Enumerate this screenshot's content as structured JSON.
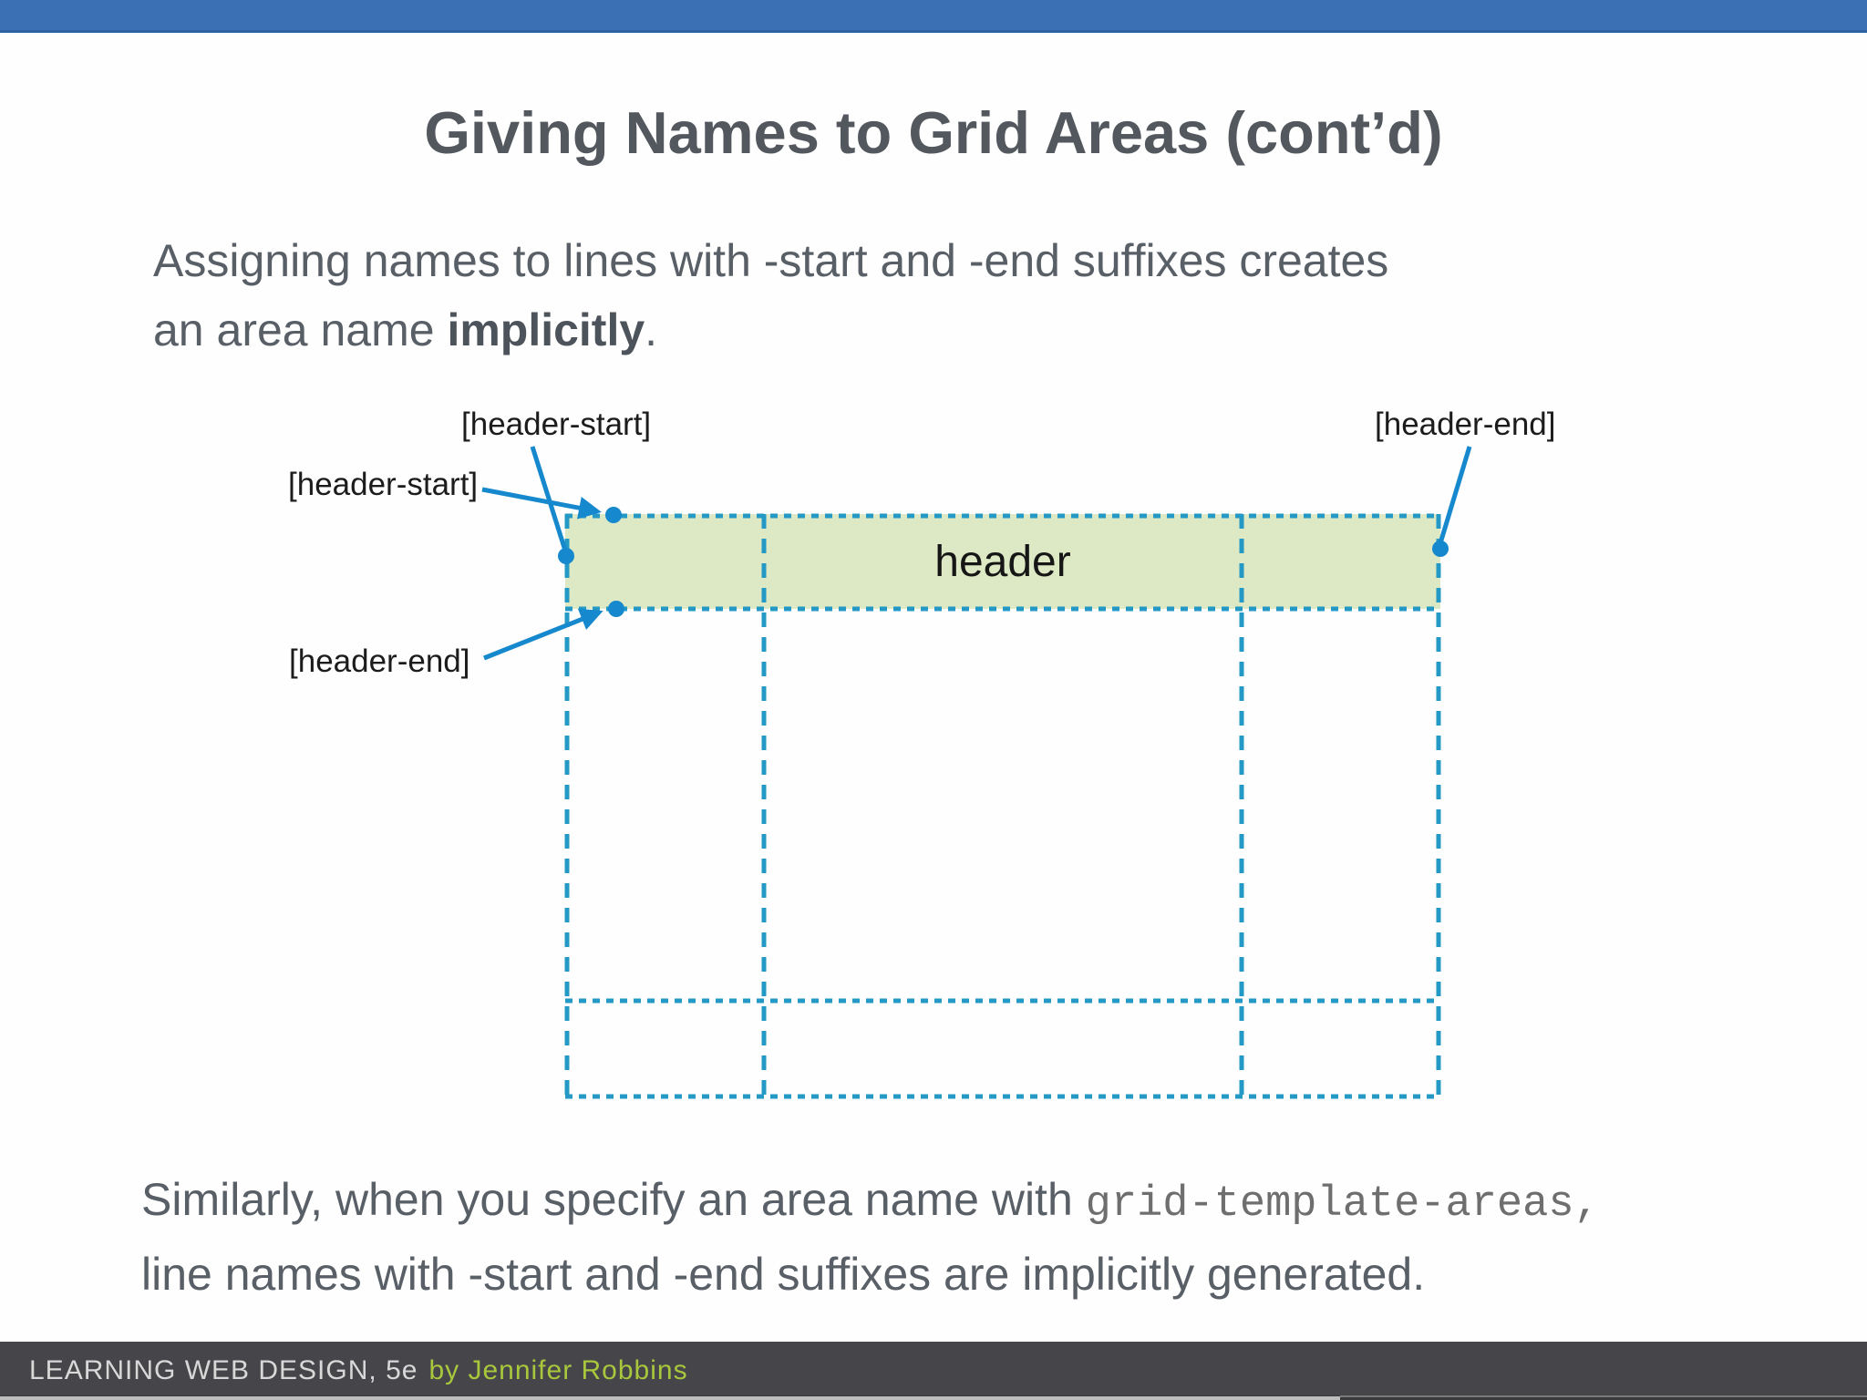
{
  "slide": {
    "title": "Giving Names to Grid Areas (cont’d)",
    "intro": {
      "line1": "Assigning names to lines with -start and -end suffixes creates",
      "line2_pre": "an area name ",
      "line2_bold": "implicitly",
      "line2_post": "."
    },
    "outro": {
      "line1_pre": "Similarly, when you specify an area name with ",
      "line1_code": "grid-template-areas,",
      "line2": "line names with -start and -end suffixes are implicitly generated."
    }
  },
  "diagram": {
    "area_label": "header",
    "labels": {
      "column_start": "[header-start]",
      "row_start": "[header-start]",
      "row_end": "[header-end]",
      "column_end": "[header-end]"
    },
    "colors": {
      "grid_line": "#2599c6",
      "accent": "#1688cd",
      "area_fill": "#dde9c4",
      "area_text": "#161616"
    }
  },
  "footer": {
    "book": "LEARNING WEB DESIGN, 5e",
    "author": "by Jennifer Robbins",
    "bar_color": "#46464a",
    "author_color": "#a8c73c"
  },
  "chrome": {
    "top_bar_color": "#3b70b5",
    "progress_played_color": "#bdbdbd"
  }
}
